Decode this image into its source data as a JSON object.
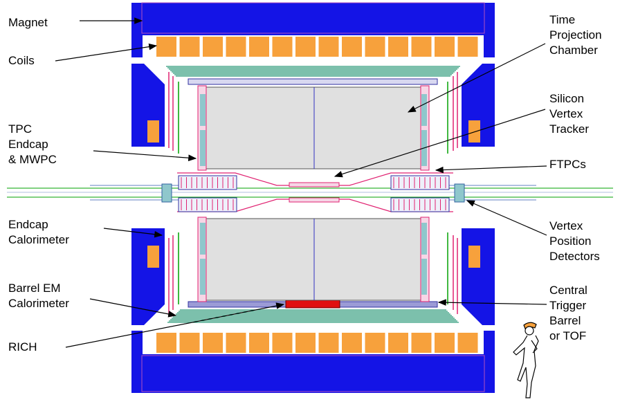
{
  "colors": {
    "magnet": "#1414e6",
    "coil": "#f7a13c",
    "tpc_gas": "#e0e0e0",
    "endcap_cyan": "#8fc7cc",
    "ctb": "#9b9bd6",
    "rich": "#e01010",
    "emc": "#2e9a7a",
    "trace": "#e02070"
  },
  "labels": {
    "magnet": [
      "Magnet"
    ],
    "coils": [
      "Coils"
    ],
    "tpc_endcap": [
      "TPC",
      "Endcap",
      "& MWPC"
    ],
    "endcap_calorimeter": [
      "Endcap",
      "Calorimeter"
    ],
    "barrel_em": [
      "Barrel EM",
      "Calorimeter"
    ],
    "rich": [
      "RICH"
    ],
    "tpc": [
      "Time",
      "Projection",
      "Chamber"
    ],
    "svt": [
      "Silicon",
      "Vertex",
      "Tracker"
    ],
    "ftpc": [
      "FTPCs"
    ],
    "vpd": [
      "Vertex",
      "Position",
      "Detectors"
    ],
    "ctb": [
      "Central",
      "Trigger",
      "Barrel",
      "or  TOF"
    ]
  }
}
